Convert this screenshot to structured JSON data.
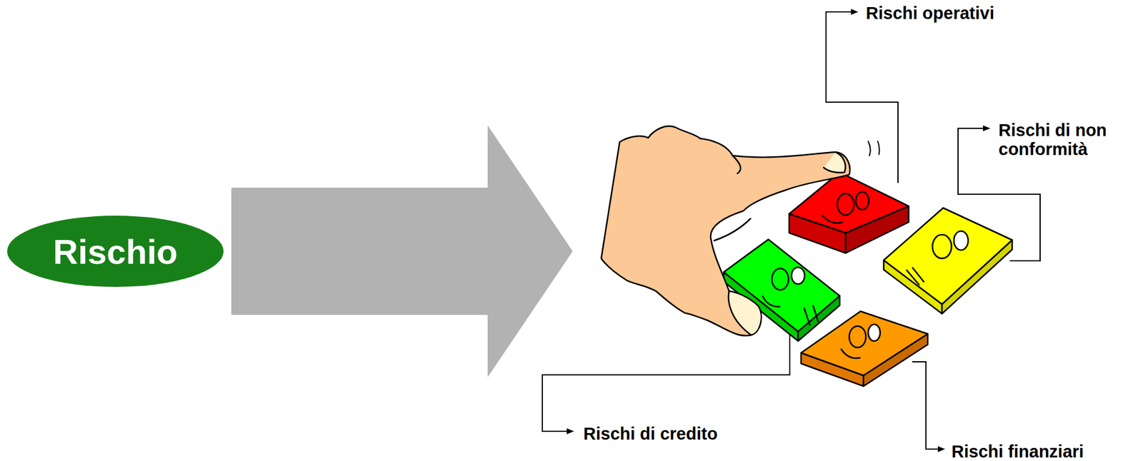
{
  "diagram": {
    "nodes": [
      {
        "text": [
          "Rischio"
        ]
      }
    ],
    "labels": [
      "Rischi operativi",
      "Rischi di non conformità",
      "Rischi di credito",
      "Rischi finanziari"
    ]
  }
}
